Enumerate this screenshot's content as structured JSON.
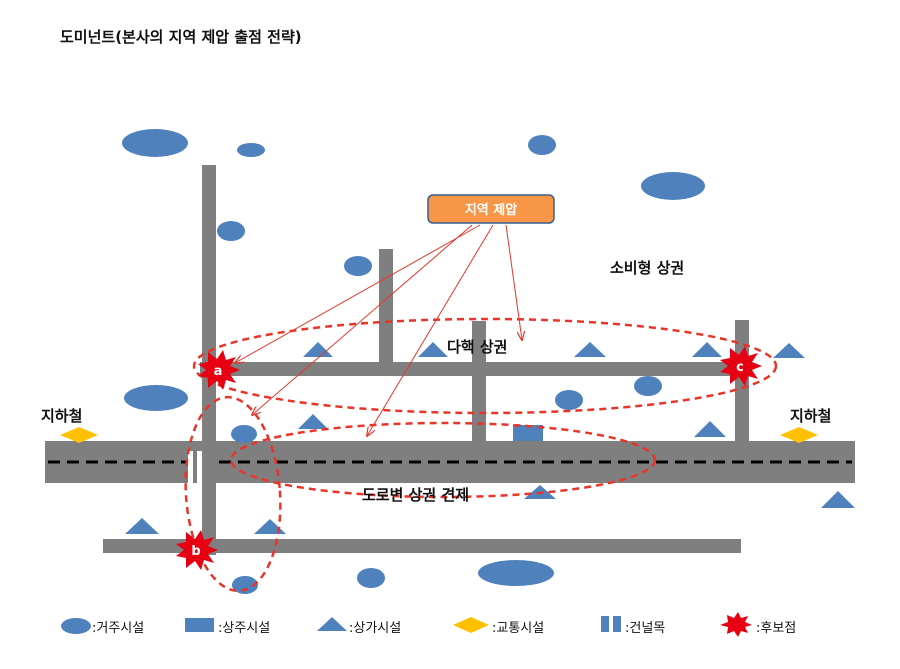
{
  "title": "도미넌트(본사의 지역 제압 출점 전략)",
  "callout": {
    "text": "지역 제압",
    "fill": "#F79646",
    "text_color": "#ffffff"
  },
  "labels": {
    "consumer_area": "소비형 상권",
    "multi_core_area": "다핵 상권",
    "roadside_area": "도로변 상권 견제",
    "subway_left": "지하철",
    "subway_right": "지하철"
  },
  "candidates": [
    "a",
    "b",
    "c"
  ],
  "legend": [
    {
      "symbol": "ellipse",
      "text": ":거주시설"
    },
    {
      "symbol": "rect",
      "text": ":상주시설"
    },
    {
      "symbol": "triangle",
      "text": ":상가시설"
    },
    {
      "symbol": "diamond",
      "text": ":교통시설"
    },
    {
      "symbol": "crosswalk",
      "text": ":건널목"
    },
    {
      "symbol": "burst",
      "text": ":후보점"
    }
  ],
  "colors": {
    "road": "#7F7F7F",
    "facility": "#4F81BD",
    "transit": "#FFC000",
    "candidate": "#E60012",
    "annotation": "#E8352A"
  }
}
